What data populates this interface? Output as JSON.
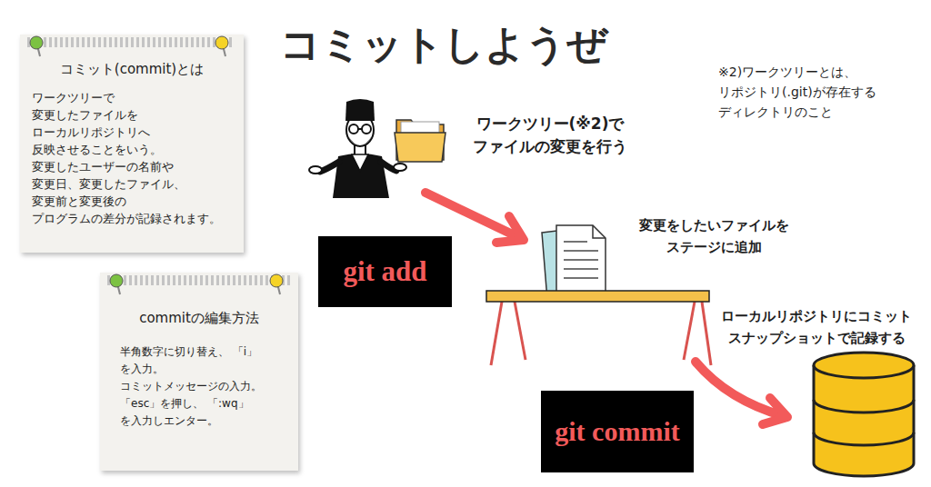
{
  "diagram": {
    "title": "コミットしようぜ",
    "nodes": [
      {
        "text": [
          "コミット(commit)とは",
          "ワークツリーで 変更したファイルを ローカルリポジトリへ 反映させることをいう。 変更したユーザーの名前や 変更日、変更したファイル、 変更前と変更後の プログラムの差分が記録されます。"
        ]
      },
      {
        "text": [
          "commitの編集方法",
          "半角数字に切り替え、 「i」を入力。 コミットメッセージの入力。 「esc」を押し、 「:wq」を入力しエンター。"
        ]
      },
      {
        "text": [
          "git add"
        ]
      },
      {
        "text": [
          "git commit"
        ]
      }
    ],
    "labels": [
      "※2)ワークツリーとは、 リポジトリ(.git)が存在する ディレクトリのこと",
      "ワークツリー(※2)で ファイルの変更を行う",
      "変更をしたいファイルを ステージに追加",
      "ローカルリポジトリにコミット スナップショットで記録する"
    ]
  }
}
